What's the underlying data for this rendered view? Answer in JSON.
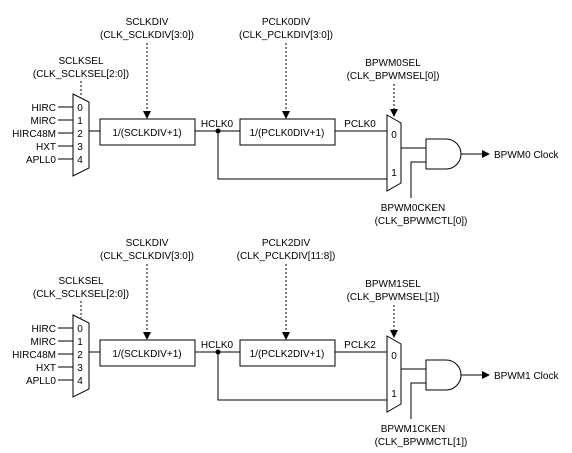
{
  "diagrams": [
    {
      "sclkdiv": {
        "title": "SCLKDIV",
        "reg": "(CLK_SCLKDIV[3:0])"
      },
      "pclkdiv": {
        "title": "PCLK0DIV",
        "reg": "(CLK_PCLKDIV[3:0])"
      },
      "sclksel": {
        "title": "SCLKSEL",
        "reg": "(CLK_SCLKSEL[2:0])"
      },
      "pwmsel": {
        "title": "BPWM0SEL",
        "reg": "(CLK_BPWMSEL[0])"
      },
      "inputs": [
        "HIRC",
        "MIRC",
        "HIRC48M",
        "HXT",
        "APLL0"
      ],
      "mux_indices": [
        "0",
        "1",
        "2",
        "3",
        "4"
      ],
      "div1": "1/(SCLKDIV+1)",
      "hclk": "HCLK0",
      "div2": "1/(PCLK0DIV+1)",
      "pclk": "PCLK0",
      "sel_indices": [
        "0",
        "1"
      ],
      "output": "BPWM0 Clock",
      "cken": {
        "title": "BPWM0CKEN",
        "reg": "(CLK_BPWMCTL[0])"
      }
    },
    {
      "sclkdiv": {
        "title": "SCLKDIV",
        "reg": "(CLK_SCLKDIV[3:0])"
      },
      "pclkdiv": {
        "title": "PCLK2DIV",
        "reg": "(CLK_PCLKDIV[11:8])"
      },
      "sclksel": {
        "title": "SCLKSEL",
        "reg": "(CLK_SCLKSEL[2:0])"
      },
      "pwmsel": {
        "title": "BPWM1SEL",
        "reg": "(CLK_BPWMSEL[1])"
      },
      "inputs": [
        "HIRC",
        "MIRC",
        "HIRC48M",
        "HXT",
        "APLL0"
      ],
      "mux_indices": [
        "0",
        "1",
        "2",
        "3",
        "4"
      ],
      "div1": "1/(SCLKDIV+1)",
      "hclk": "HCLK0",
      "div2": "1/(PCLK2DIV+1)",
      "pclk": "PCLK2",
      "sel_indices": [
        "0",
        "1"
      ],
      "output": "BPWM1 Clock",
      "cken": {
        "title": "BPWM1CKEN",
        "reg": "(CLK_BPWMCTL[1])"
      }
    }
  ]
}
